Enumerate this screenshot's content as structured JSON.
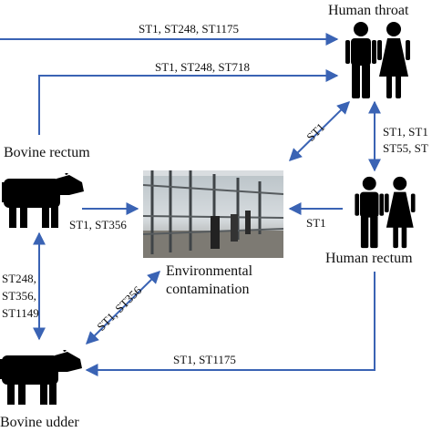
{
  "nodes": {
    "human_throat": "Human throat",
    "bovine_rectum": "Bovine rectum",
    "human_rectum": "Human rectum",
    "environment_line1": "Environmental",
    "environment_line2": "contamination",
    "bovine_udder": "Bovine udder"
  },
  "edges": {
    "top_to_throat": "ST1, ST248, ST1175",
    "rectum_to_throat": "ST1, ST248, ST718",
    "throat_env": "ST1",
    "throat_human_rectum_line1": "ST1, ST1",
    "throat_human_rectum_line2": "ST55, ST",
    "rectum_to_env": "ST1, ST356",
    "human_rectum_to_env": "ST1",
    "bovine_rectum_udder": [
      "ST248,",
      "ST356,",
      "ST1149"
    ],
    "env_udder": "ST1, ST356",
    "human_rectum_to_udder": "ST1, ST1175"
  },
  "colors": {
    "arrow": "#3a63b4",
    "icon": "#000000"
  },
  "icons": {
    "throat": "man-woman-icon",
    "human_rectum": "man-woman-icon",
    "bovine_rectum": "cow-icon",
    "bovine_udder": "cow-icon",
    "environment": "barn-photo"
  }
}
